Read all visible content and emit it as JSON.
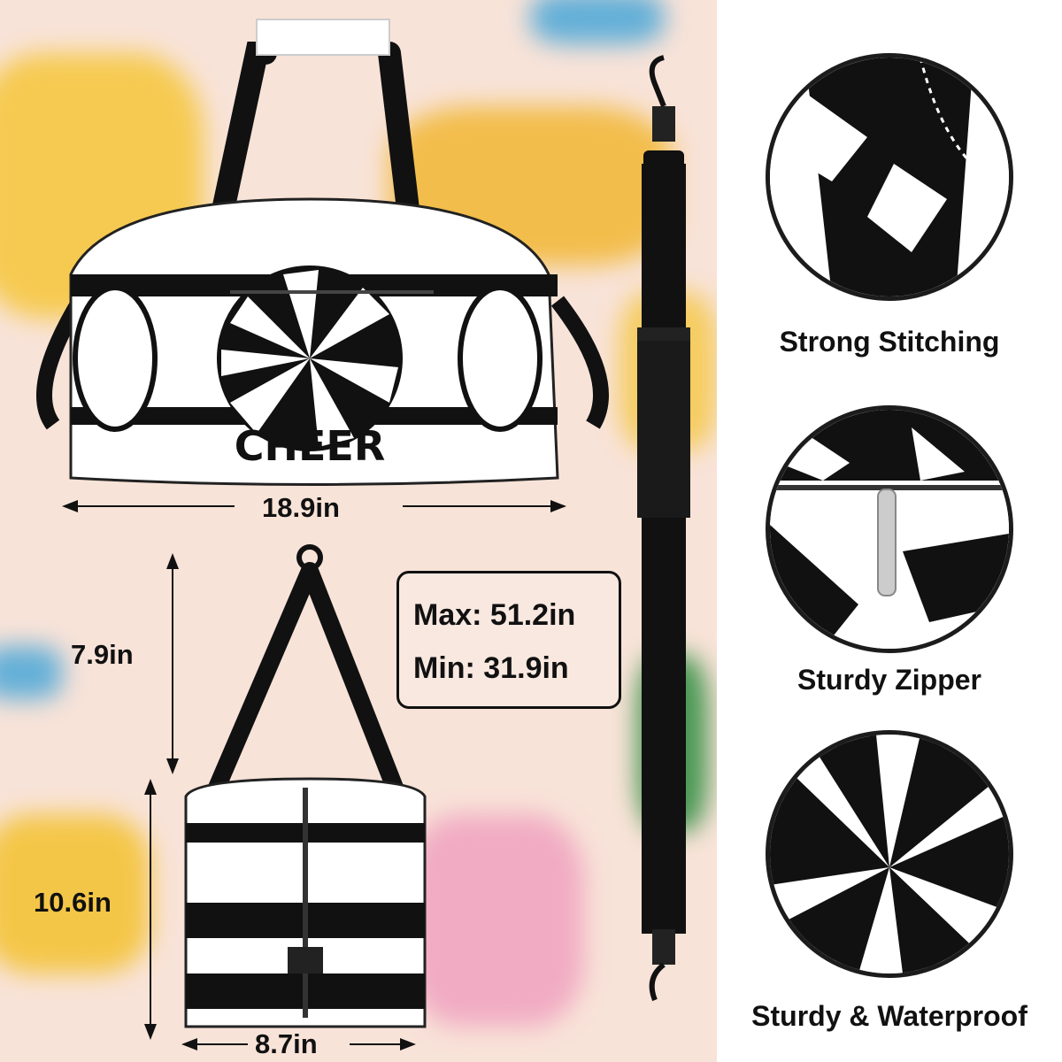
{
  "colors": {
    "background_left": "#f8e3d8",
    "background_right": "#ffffff",
    "ink": "#111111"
  },
  "bag": {
    "print_text": "CHEER"
  },
  "dimensions": {
    "width": "18.9in",
    "handle_drop": "7.9in",
    "height": "10.6in",
    "depth": "8.7in"
  },
  "strap": {
    "max": "Max: 51.2in",
    "min": "Min: 31.9in"
  },
  "features": [
    {
      "label": "Strong Stitching",
      "icon": "stitching-closeup"
    },
    {
      "label": "Sturdy Zipper",
      "icon": "zipper-closeup"
    },
    {
      "label": "Sturdy & Waterproof",
      "icon": "fabric-closeup"
    }
  ]
}
